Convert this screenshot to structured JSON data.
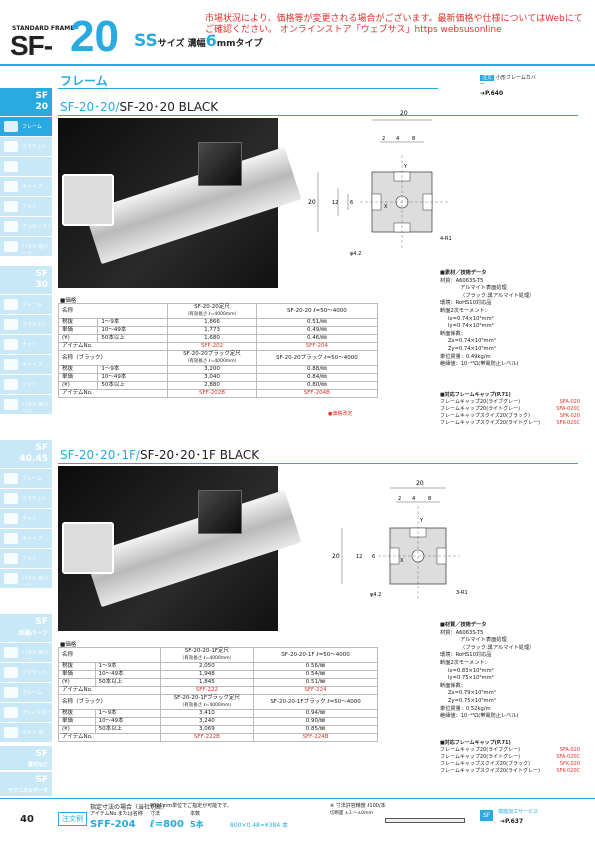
{
  "header": {
    "series_label": "STANDARD FRAME",
    "series": "SF-",
    "size": "20",
    "type_prefix": "SS",
    "type_suffix": "サイズ 溝幅",
    "slot_width": "6",
    "type_end": "mmタイプ",
    "notice": "市場状況により、価格等が変更される場合がございます。最新価格や仕様についてはWebにてご確認ください。 オンラインストア「ウェブサス」https websusonline"
  },
  "section_title": "フレーム",
  "top_ref": {
    "badge": "注文",
    "text": "小形フレームカバー",
    "link": "P.640"
  },
  "sidebar": {
    "groups": [
      {
        "title_a": "SF",
        "title_b": "20",
        "items": [
          "フレーム",
          "ブラケット",
          "",
          "キャップ",
          "フット",
          "アッセンブリ",
          "パネル 他パーツ"
        ]
      },
      {
        "title_a": "SF",
        "title_b": "30",
        "items": [
          "フレーム",
          "ブラケット",
          "ナット",
          "キャップ",
          "フット",
          "パネル 他パーツ"
        ]
      },
      {
        "title_a": "SF",
        "title_b": "40.45",
        "items": [
          "フレーム",
          "ブラケット",
          "ナット",
          "キャップ",
          "フット",
          "パネル 他パーツ"
        ]
      },
      {
        "title_a": "SF",
        "title_b": "共通パーツ",
        "items": [
          "パネル 他パーツ",
          "ブラケット",
          "フレーム",
          "アジャスター",
          "ボルト 他"
        ]
      },
      {
        "title_a": "SF",
        "title_b": "書式など",
        "items": []
      },
      {
        "title_a": "SF",
        "title_b": "テクニカルデータ",
        "items": []
      }
    ]
  },
  "product1": {
    "title_a": "SF-20･20/",
    "title_b": "SF-20･20 BLACK",
    "dims": {
      "w": "20",
      "h": "20",
      "d2": "2",
      "d4": "4",
      "d8": "8",
      "d12": "12",
      "d6": "6",
      "hole": "φ4.2",
      "r": "4-R1",
      "x": "X",
      "y": "Y"
    },
    "spec_title": "■素材／技術データ",
    "spec_lines": [
      "材質：A6063S-T5",
      "アルマイト表面処理",
      "（ブラック:黒アルマイト処理）",
      "環境：RoHS10対応品",
      "断面2次モーメント：",
      "Ix=0.74×10⁴mm⁴",
      "Iy=0.74×10⁴mm⁴",
      "断面係数：",
      "Zx=0.74×10³mm³",
      "Zy=0.74×10³mm³",
      "単位質量：0.49kg/m",
      "絶縁値：10⁻¹³Ω(帯電防止レベル)"
    ],
    "cap_title": "■対応フレームキャップ(P.71)",
    "caps": [
      [
        "フレームキャップ20(ライブグレー)",
        "SFA-020"
      ],
      [
        "フレームキャップ20(ライトグレー)",
        "SFA-020C"
      ],
      [
        "フレームキャップスクイズ20(ブラック)",
        "SFK-020"
      ],
      [
        "フレームキャップスクイズ20(ライトグレー)",
        "SFK-020C"
      ]
    ],
    "table_title": "■価格",
    "th": {
      "name": "名称",
      "std": "SF-20-20定尺",
      "std_note": "（有効長さ ℓ=4000mm）",
      "cut": "SF-20-20 ℓ=50～4000"
    },
    "rows": [
      {
        "grp": "税抜",
        "qty": "1～9本",
        "a": "1,866",
        "b": "0.51/㎜"
      },
      {
        "grp": "単価",
        "qty": "10～49本",
        "a": "1,773",
        "b": "0.49/㎜"
      },
      {
        "grp": "(¥)",
        "qty": "50本以上",
        "a": "1,680",
        "b": "0.46/㎜"
      }
    ],
    "item_label": "アイテムNo.",
    "item_a": "SFF-202",
    "item_b": "SFF-204",
    "th2": {
      "name": "名称（ブラック）",
      "std": "SF-20-20ブラック定尺",
      "std_note": "（有効長さ ℓ=4000mm）",
      "cut": "SF-20-20ブラック ℓ=50～4000"
    },
    "rows2": [
      {
        "grp": "税抜",
        "qty": "1～9本",
        "a": "3,200",
        "b": "0.88/㎜"
      },
      {
        "grp": "単価",
        "qty": "10～49本",
        "a": "3,040",
        "b": "0.84/㎜"
      },
      {
        "grp": "(¥)",
        "qty": "50本以上",
        "a": "2,880",
        "b": "0.80/㎜"
      }
    ],
    "item_a2": "SFF-202B",
    "item_b2": "SFF-204B",
    "note": "●価格改定"
  },
  "product2": {
    "title_a": "SF-20･20･1F/",
    "title_b": "SF-20･20･1F BLACK",
    "dims": {
      "w": "20",
      "h": "20",
      "d2": "2",
      "d4": "4",
      "d8": "8",
      "d12": "12",
      "d6": "6",
      "hole": "φ4.2",
      "r": "3-R1",
      "x": "X",
      "y": "Y"
    },
    "spec_title": "■材質／技術データ",
    "spec_lines": [
      "材質：A6063S-T5",
      "アルマイト表面処理",
      "（ブラック:黒アルマイト処理）",
      "環境：RoHS10対応品",
      "断面2次モーメント：",
      "Ix=0.83×10⁴mm⁴",
      "Iy=0.75×10⁴mm⁴",
      "断面係数：",
      "Zx=0.79×10³mm³",
      "Zy=0.75×10³mm³",
      "単位質量：0.52kg/m",
      "絶縁値：10⁻¹³Ω(帯電防止レベル)"
    ],
    "cap_title": "■対応フレームキャップ(P.71)",
    "caps": [
      [
        "フレームキャップ20(ライブグレー)",
        "SFA-020"
      ],
      [
        "フレームキャップ20(ライトグレー)",
        "SFA-020C"
      ],
      [
        "フレームキャップスクイズ20(ブラック)",
        "SFK-020"
      ],
      [
        "フレームキャップスクイズ20(ライトグレー)",
        "SFK-020C"
      ]
    ],
    "table_title": "■価格",
    "th": {
      "name": "名称",
      "std": "SF-20-20-1F定尺",
      "std_note": "（有効長さ ℓ=4000mm）",
      "cut": "SF-20-20-1F ℓ=50～4000"
    },
    "rows": [
      {
        "grp": "税抜",
        "qty": "1～9本",
        "a": "2,050",
        "b": "0.56/㎜"
      },
      {
        "grp": "単価",
        "qty": "10～49本",
        "a": "1,948",
        "b": "0.54/㎜"
      },
      {
        "grp": "(¥)",
        "qty": "50本以上",
        "a": "1,845",
        "b": "0.51/㎜"
      }
    ],
    "item_label": "アイテムNo.",
    "item_a": "SFF-222",
    "item_b": "SFF-224",
    "th2": {
      "name": "名称（ブラック）",
      "std": "SF-20-20-1Fブラック定尺",
      "std_note": "（有効長さ ℓ=4000mm）",
      "cut": "SF-20-20-1Fブラック ℓ=50～4000"
    },
    "rows2": [
      {
        "grp": "税抜",
        "qty": "1～9本",
        "a": "3,410",
        "b": "0.94/㎜"
      },
      {
        "grp": "単価",
        "qty": "10～49本",
        "a": "3,240",
        "b": "0.90/㎜"
      },
      {
        "grp": "(¥)",
        "qty": "50本以上",
        "a": "3,069",
        "b": "0.85/㎜"
      }
    ],
    "item_a2": "SFF-222B",
    "item_b2": "SFF-224B"
  },
  "footer": {
    "page": "40",
    "badge": "注文例",
    "line1": "指定寸法の場合（当社切断）",
    "line2": "アイテムNo.または名称",
    "code": "SFF-204",
    "len": "ℓ=800",
    "qty": "5本",
    "mid1": "90L1mm単位でご指定が可能です。",
    "mid2": "寸法",
    "mid3": "本数",
    "calc": "800×0.48=¥384 本",
    "tol1": "※ 寸法許容精度 ℓ100/本",
    "tol2": "切断面 ±1 ～±0mm",
    "right_badge": "SF",
    "right_text": "端面加工サービス",
    "right_link": "P.637"
  }
}
